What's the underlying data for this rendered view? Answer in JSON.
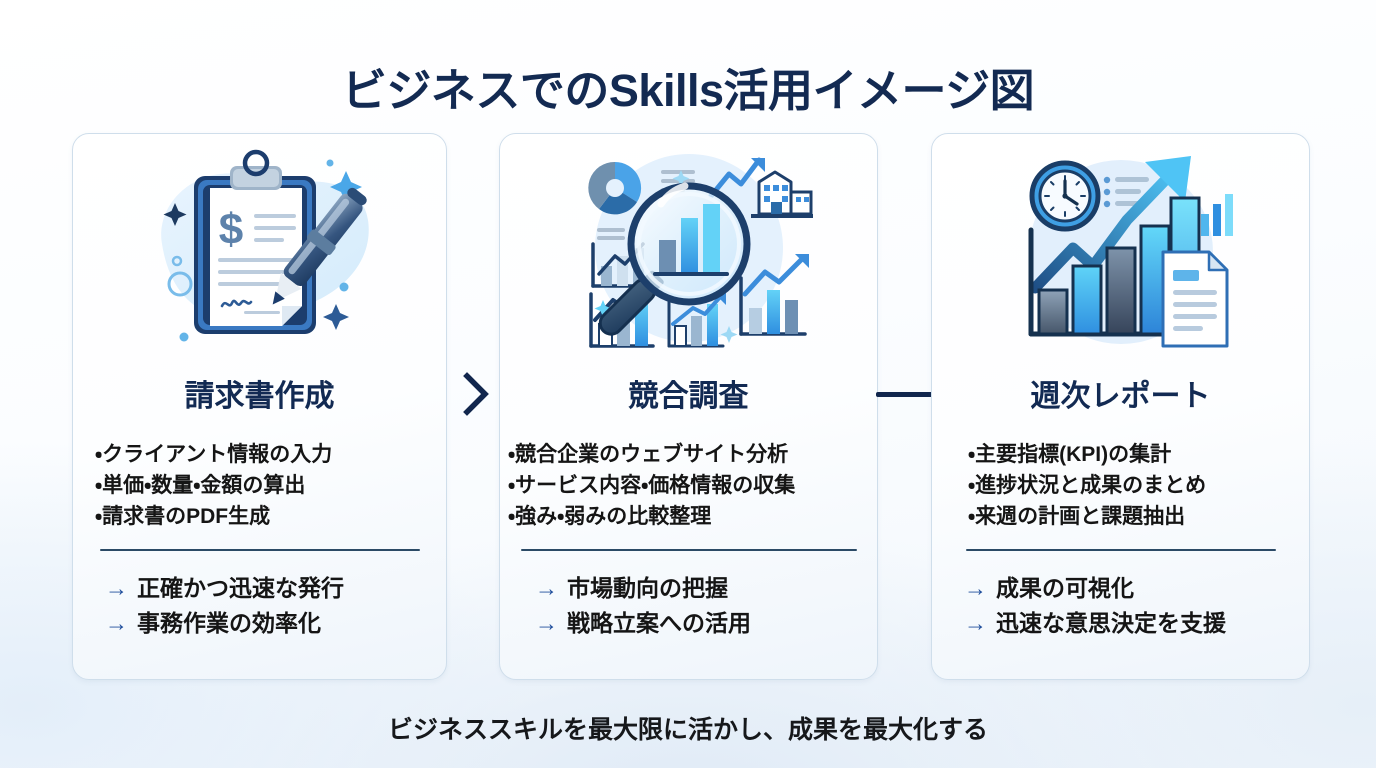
{
  "page": {
    "title": "ビジネスでのSkills活用イメージ図",
    "footer_caption": "ビジネススキルを最大限に活かし、成果を最大化する"
  },
  "colors": {
    "title_navy": "#132a52",
    "heading_navy": "#122a53",
    "body_black": "#151515",
    "arrow_blue": "#1e4d9b",
    "divider": "#2b4a66",
    "connector": "#11264d",
    "card_border": "#cfdeeb",
    "icon_blue_dark": "#1b3a66",
    "icon_blue_mid": "#3b7fd4",
    "icon_blue_light": "#4db8f0",
    "icon_blue_pale": "#dbeafc"
  },
  "cards": [
    {
      "id": "invoice-creation",
      "heading": "請求書作成",
      "icon_name": "clipboard-invoice-pen-icon",
      "tasks": [
        "・クライアント情報の入力",
        "・単価・数量・金額の算出",
        "・請求書のPDF生成"
      ],
      "outcomes": [
        {
          "arrow": "→",
          "text": "正確かつ迅速な発行"
        },
        {
          "arrow": "→",
          "text": "事務作業の効率化"
        }
      ]
    },
    {
      "id": "competitor-research",
      "heading": "競合調査",
      "icon_name": "magnifier-charts-icon",
      "tasks": [
        "・競合企業のウェブサイト分析",
        "・サービス内容・価格情報の収集",
        "・強み・弱みの比較整理"
      ],
      "outcomes": [
        {
          "arrow": "→",
          "text": "市場動向の把握"
        },
        {
          "arrow": "→",
          "text": "戦略立案への活用"
        }
      ]
    },
    {
      "id": "weekly-report",
      "heading": "週次レポート",
      "icon_name": "growth-chart-clock-document-icon",
      "tasks": [
        "・主要指標(KPI)の集計",
        "・進捗状況と成果のまとめ",
        "・来週の計画と課題抽出"
      ],
      "outcomes": [
        {
          "arrow": "→",
          "text": "成果の可視化"
        },
        {
          "arrow": "→",
          "text": "迅速な意思決定を支援"
        }
      ]
    }
  ],
  "connectors": [
    {
      "id": "chevron-connector",
      "glyph": "›",
      "between": "invoice-creation→competitor-research"
    },
    {
      "id": "line-connector",
      "glyph": "—",
      "between": "competitor-research→weekly-report"
    }
  ]
}
